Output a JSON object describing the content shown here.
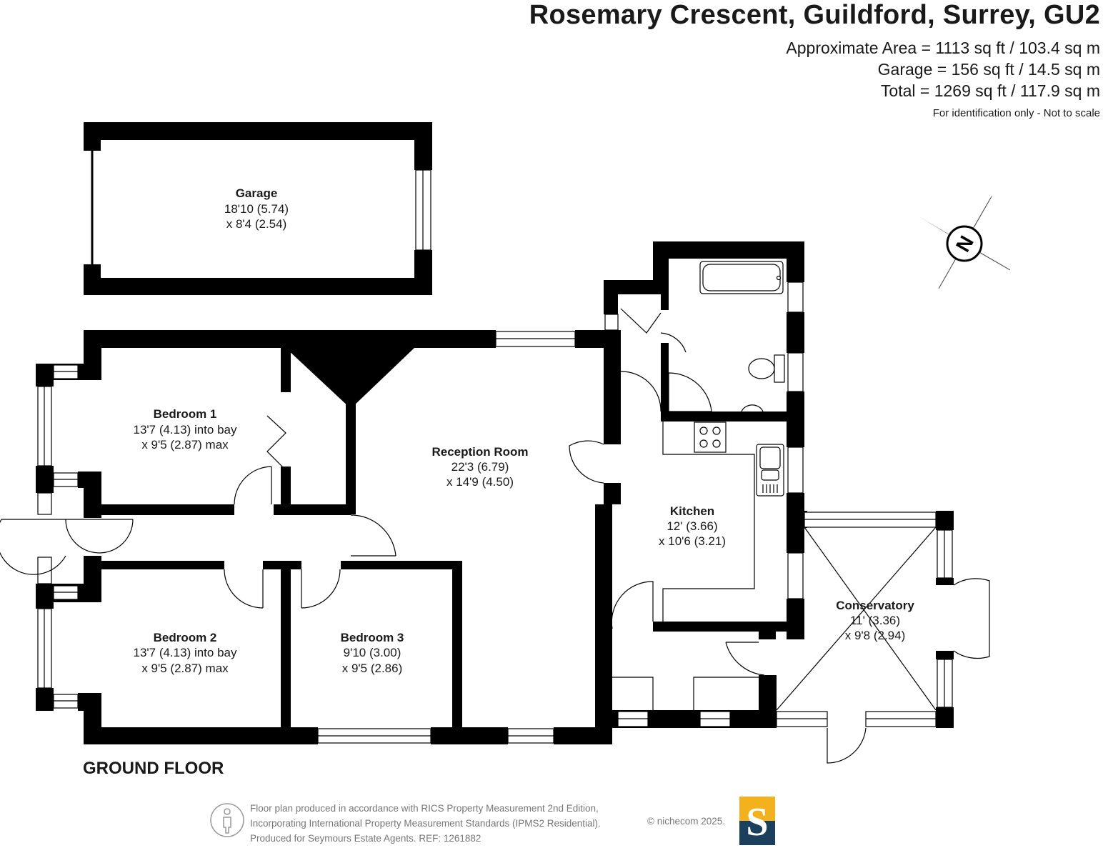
{
  "header": {
    "title": "Rosemary Crescent, Guildford, Surrey, GU2",
    "area_main": "Approximate Area = 1113 sq ft / 103.4 sq m",
    "area_garage": "Garage = 156 sq ft / 14.5 sq m",
    "area_total": "Total = 1269 sq ft / 117.9 sq m",
    "note": "For identification only - Not to scale"
  },
  "rooms": {
    "garage": {
      "name": "Garage",
      "dim1": "18'10 (5.74)",
      "dim2": "x 8'4 (2.54)"
    },
    "bedroom1": {
      "name": "Bedroom 1",
      "dim1": "13'7 (4.13) into bay",
      "dim2": "x 9'5 (2.87) max"
    },
    "reception": {
      "name": "Reception Room",
      "dim1": "22'3 (6.79)",
      "dim2": "x 14'9 (4.50)"
    },
    "kitchen": {
      "name": "Kitchen",
      "dim1": "12' (3.66)",
      "dim2": "x 10'6 (3.21)"
    },
    "conservatory": {
      "name": "Conservatory",
      "dim1": "11' (3.36)",
      "dim2": "x 9'8 (2.94)"
    },
    "bedroom2": {
      "name": "Bedroom 2",
      "dim1": "13'7 (4.13) into bay",
      "dim2": "x 9'5 (2.87) max"
    },
    "bedroom3": {
      "name": "Bedroom 3",
      "dim1": "9'10 (3.00)",
      "dim2": "x 9'5 (2.86)"
    }
  },
  "compass": {
    "letter": "N",
    "icon": "compass-icon"
  },
  "floor_label": "GROUND FLOOR",
  "footer": {
    "line1": "Floor plan produced in accordance with RICS Property Measurement 2nd Edition,",
    "line2": "Incorporating International Property Measurement Standards (IPMS2 Residential).",
    "line3": "Produced for Seymours Estate Agents.   REF: 1261882",
    "copyright": "© nichecom 2025.",
    "logo_letter": "S",
    "icon": "person-icon"
  },
  "colors": {
    "wall": "#000000",
    "text": "#1a1a1a",
    "footer_text": "#777777",
    "logo_gold": "#f2b11d",
    "logo_navy": "#1d3f5e"
  }
}
